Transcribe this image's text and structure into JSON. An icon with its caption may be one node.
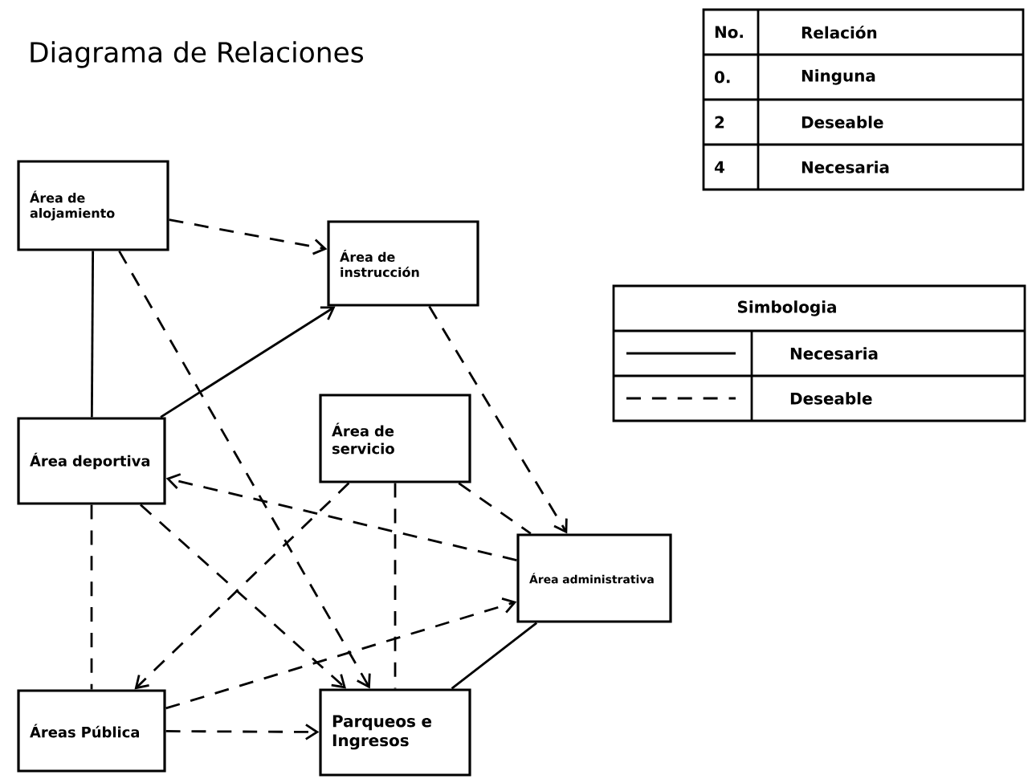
{
  "diagram": {
    "title": "Diagrama de Relaciones",
    "nodes": [
      {
        "text": [
          "Área de alojamiento"
        ]
      },
      {
        "text": [
          "Área de instrucción"
        ]
      },
      {
        "text": [
          "Área deportiva"
        ]
      },
      {
        "text": [
          "Área de servicio"
        ]
      },
      {
        "text": [
          "Área administrativa"
        ]
      },
      {
        "text": [
          "Áreas Pública"
        ]
      },
      {
        "text": [
          "Parqueos e Ingresos"
        ]
      }
    ],
    "edges": [
      {
        "from": 0,
        "to": 2,
        "arrow": "none"
      },
      {
        "from": 0,
        "to": 1,
        "arrow": "to",
        "style": "dashed"
      },
      {
        "from": 0,
        "to": 6,
        "arrow": "to",
        "style": "dashed"
      },
      {
        "from": 2,
        "to": 1,
        "arrow": "to"
      },
      {
        "from": 4,
        "to": 2,
        "arrow": "to",
        "style": "dashed"
      },
      {
        "from": 2,
        "to": 6,
        "arrow": "to",
        "style": "dashed"
      },
      {
        "from": 2,
        "to": 5,
        "arrow": "none",
        "style": "dashed"
      },
      {
        "from": 1,
        "to": 4,
        "arrow": "to",
        "style": "dashed"
      },
      {
        "from": 3,
        "to": 4,
        "arrow": "none",
        "style": "dashed"
      },
      {
        "from": 3,
        "to": 5,
        "arrow": "to",
        "style": "dashed"
      },
      {
        "from": 3,
        "to": 6,
        "arrow": "none",
        "style": "dashed"
      },
      {
        "from": 5,
        "to": 4,
        "arrow": "to",
        "style": "dashed"
      },
      {
        "from": 5,
        "to": 6,
        "arrow": "to",
        "style": "dashed"
      },
      {
        "from": 6,
        "to": 4,
        "arrow": "none"
      }
    ],
    "labels": [
      "No.",
      "Relación",
      "0.",
      "Ninguna",
      "2",
      "Deseable",
      "4",
      "Necesaria",
      "Simbologia"
    ],
    "legend": [
      {
        "text": "Necesaria"
      },
      {
        "text": "Deseable"
      }
    ]
  }
}
